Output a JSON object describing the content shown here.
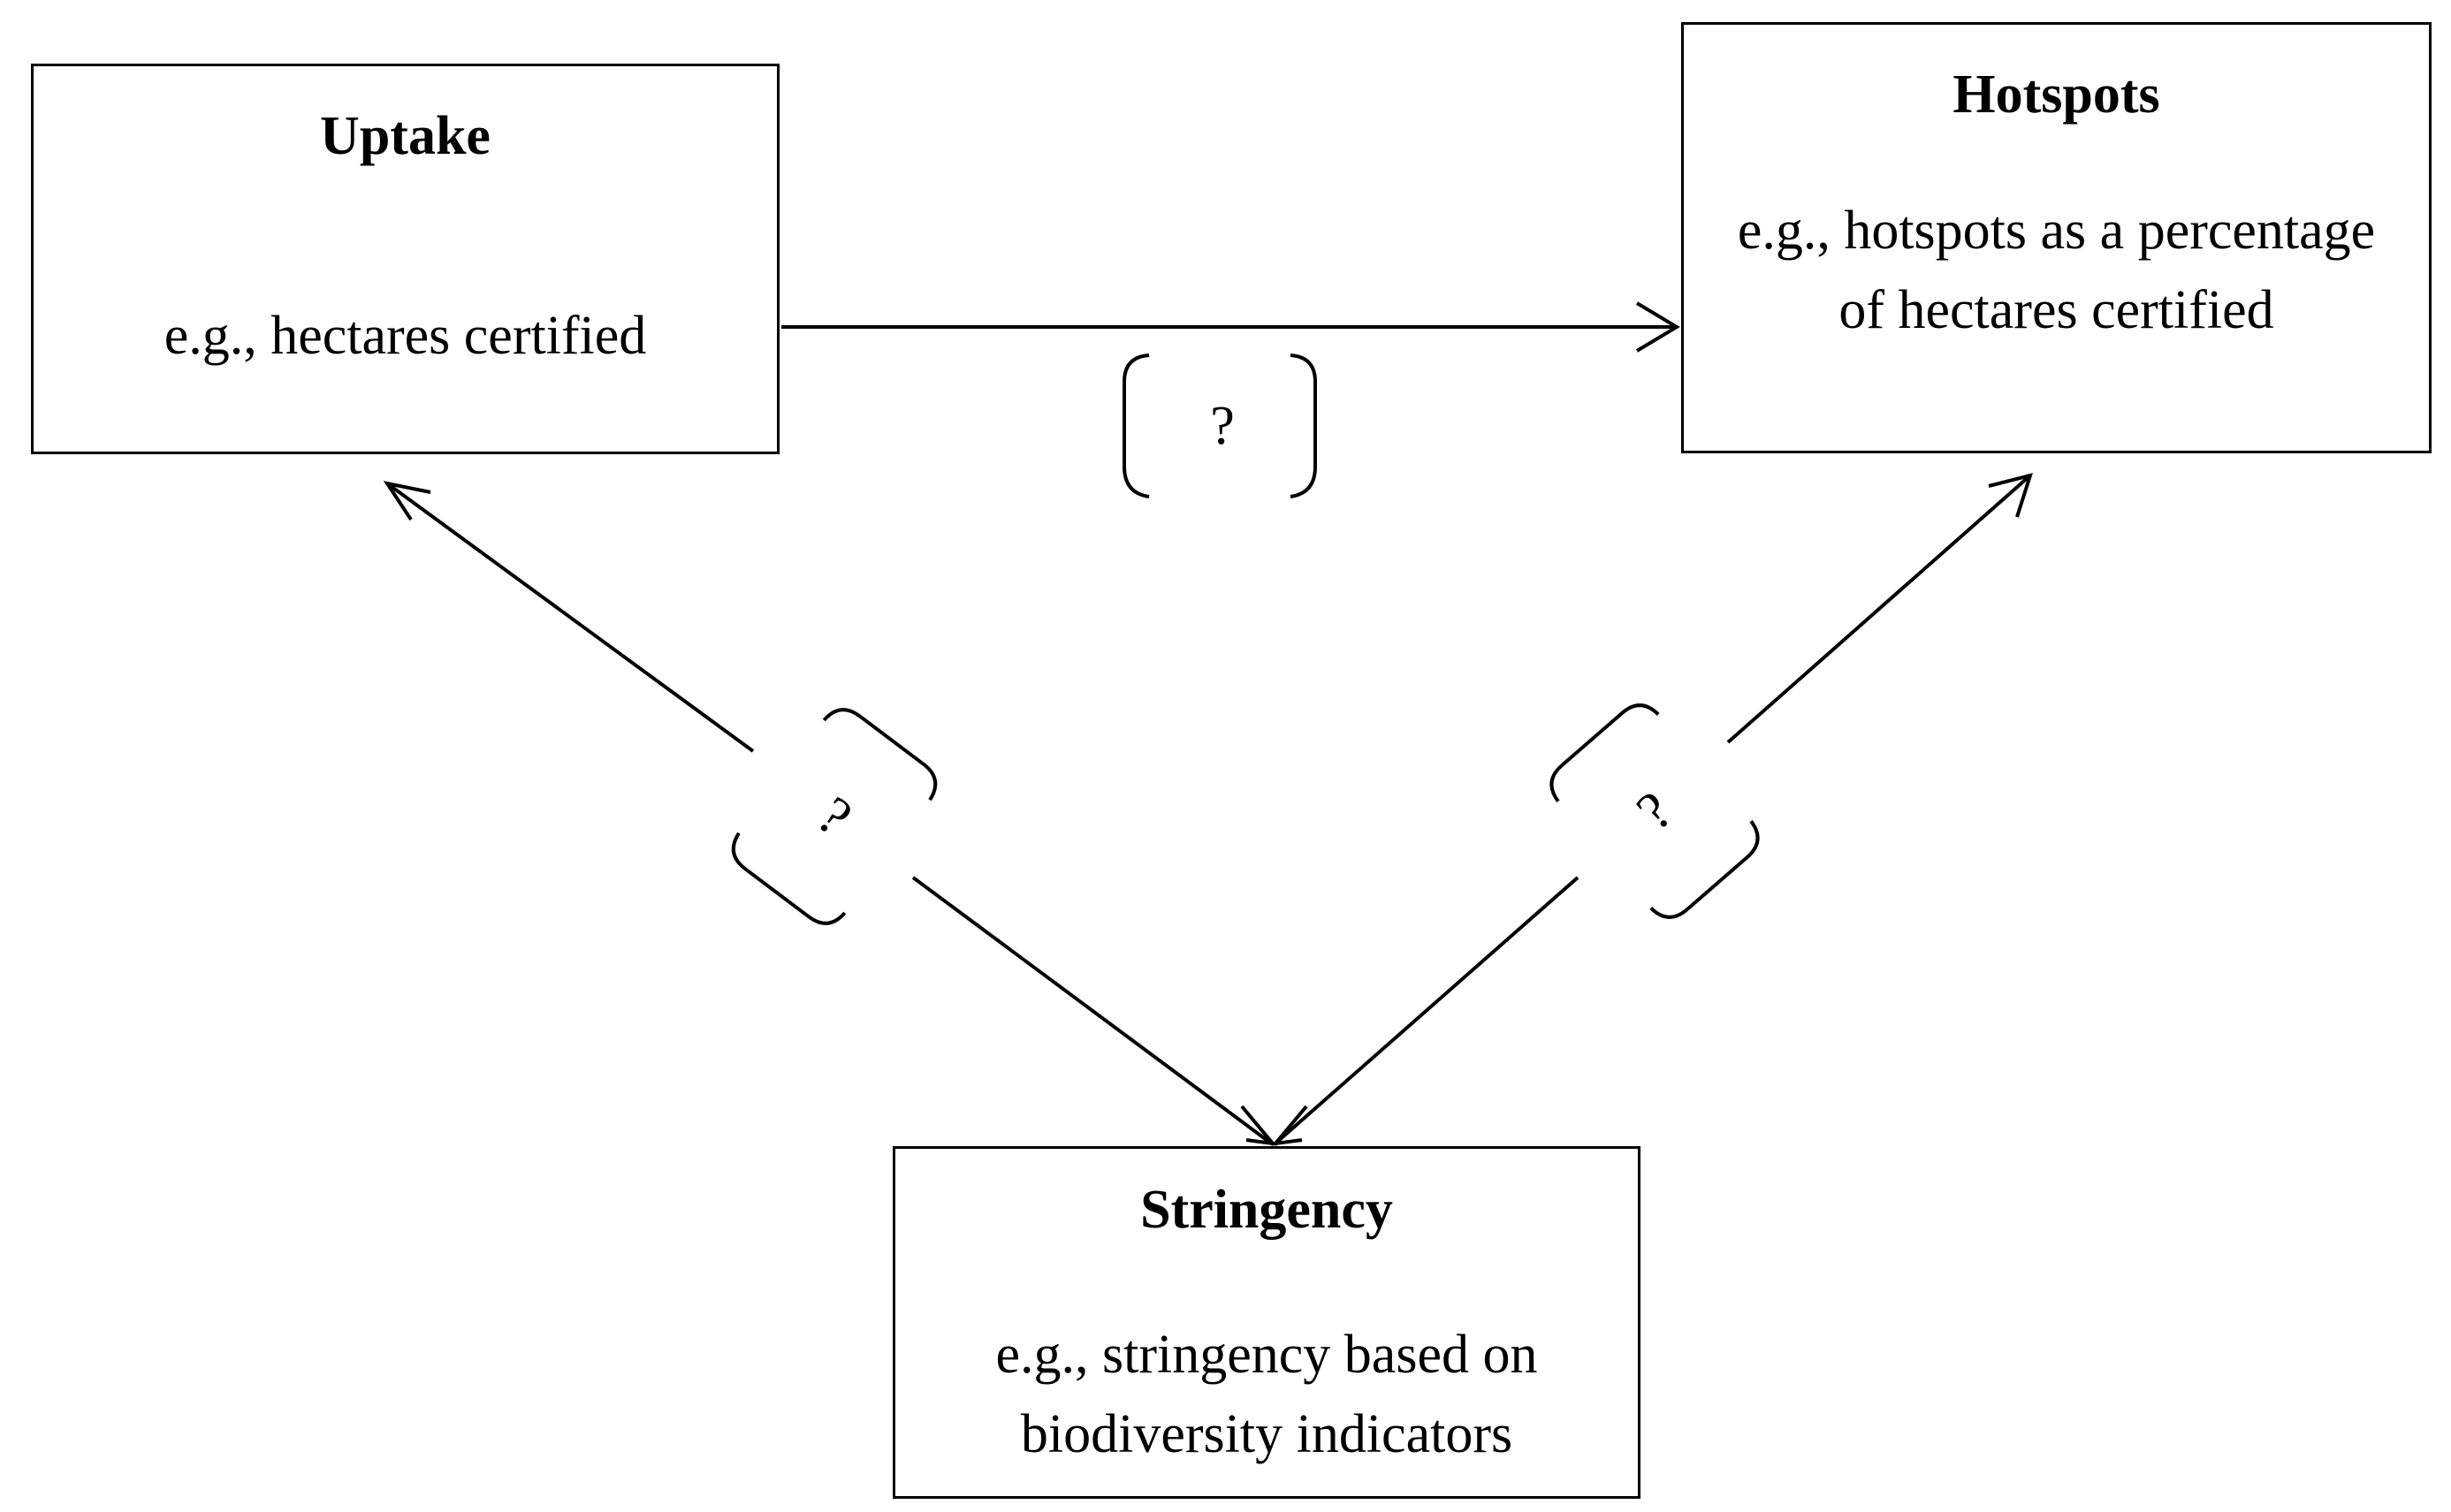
{
  "boxes": {
    "uptake": {
      "title": "Uptake",
      "description": "e.g., hectares certified"
    },
    "hotspots": {
      "title": "Hotspots",
      "description": "e.g., hotspots as a percentage of hectares certified"
    },
    "stringency": {
      "title": "Stringency",
      "description": "e.g., stringency based on biodiversity indicators"
    }
  },
  "links": {
    "uptake_to_hotspots": "?",
    "stringency_to_uptake": "?",
    "stringency_to_hotspots": "?"
  }
}
